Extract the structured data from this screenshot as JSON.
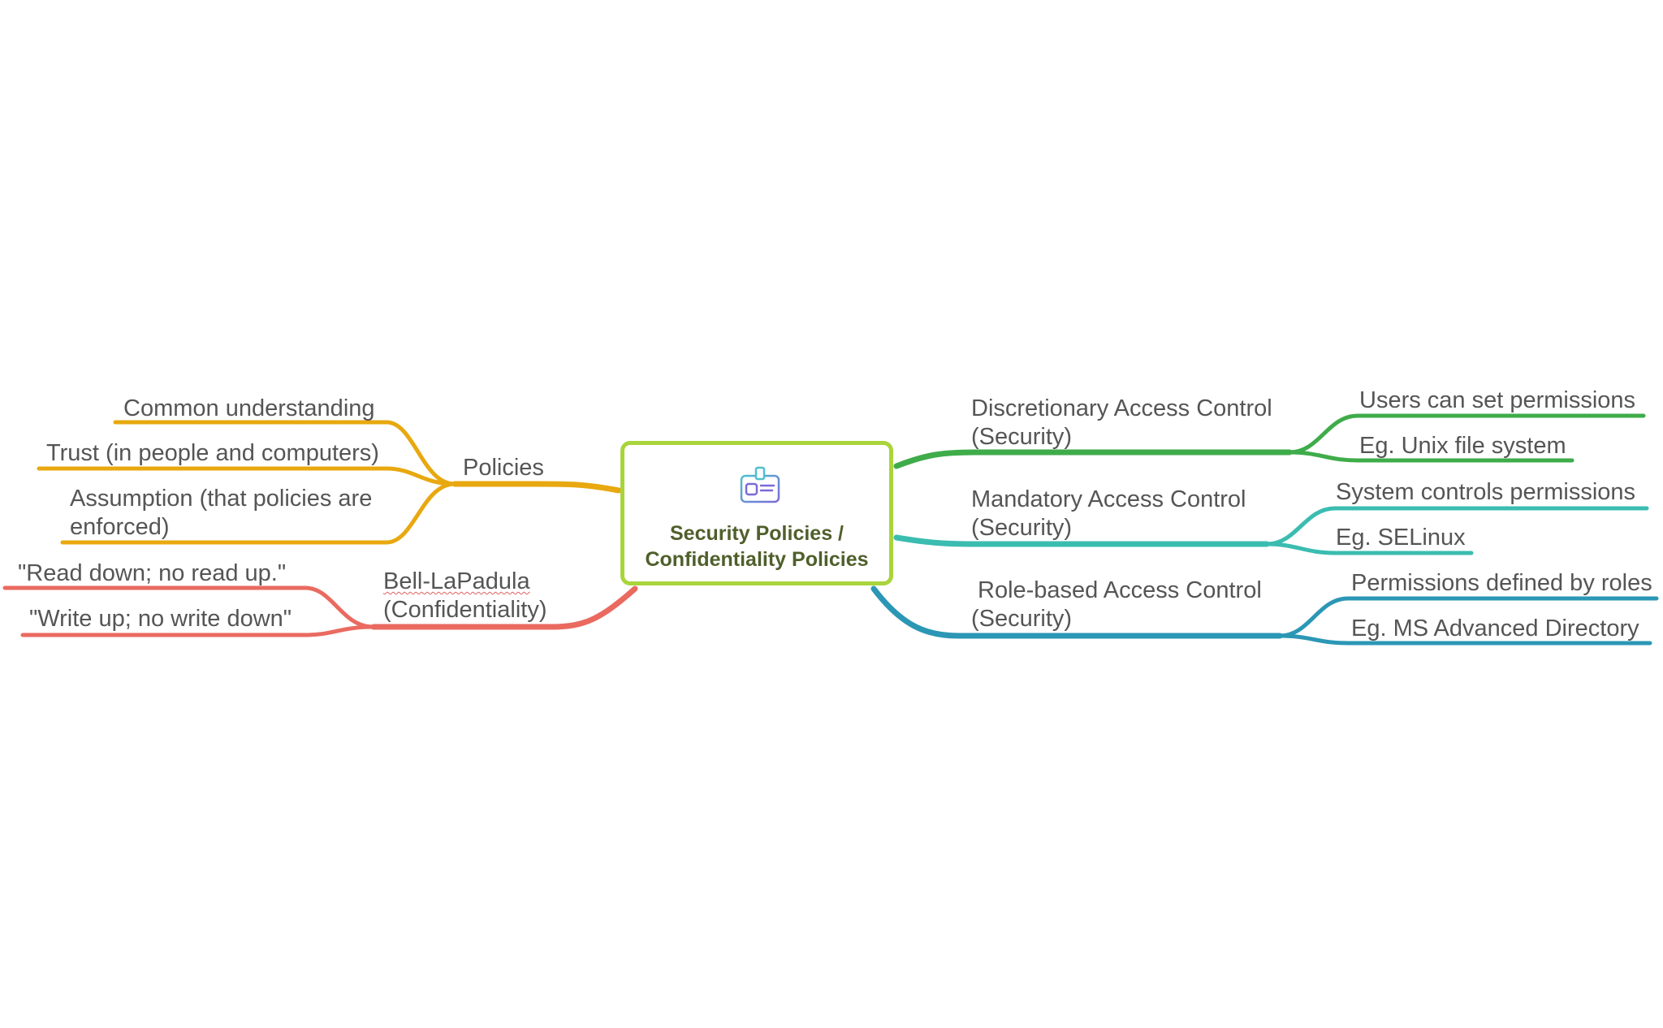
{
  "central": {
    "title_line1": "Security Policies /",
    "title_line2": "Confidentiality Policies",
    "icon": "id-badge-icon",
    "border_color": "#a9d43c",
    "text_color": "#4f5f2b"
  },
  "branches": {
    "policies": {
      "label": "Policies",
      "color": "#e8a80f",
      "children": [
        "Common understanding",
        "Trust (in people and computers)",
        {
          "line1": "Assumption (that policies are",
          "line2": "enforced)"
        }
      ]
    },
    "bell": {
      "line1": "Bell-LaPadula",
      "line2": "(Confidentiality)",
      "color": "#ea6a60",
      "children": [
        "\"Read down; no read up.\"",
        "\"Write up; no write down\""
      ]
    },
    "dac": {
      "line1": "Discretionary Access Control",
      "line2": "(Security)",
      "color": "#3fac4a",
      "children": [
        "Users can set permissions",
        "Eg. Unix file system"
      ]
    },
    "mac": {
      "line1": "Mandatory Access Control",
      "line2": "(Security)",
      "color": "#3bbcb0",
      "children": [
        "System controls permissions",
        "Eg. SELinux"
      ]
    },
    "rbac": {
      "line1": "Role-based Access Control",
      "line2": "(Security)",
      "color": "#2b97b5",
      "children": [
        "Permissions defined by roles",
        "Eg. MS Advanced Directory"
      ]
    }
  }
}
